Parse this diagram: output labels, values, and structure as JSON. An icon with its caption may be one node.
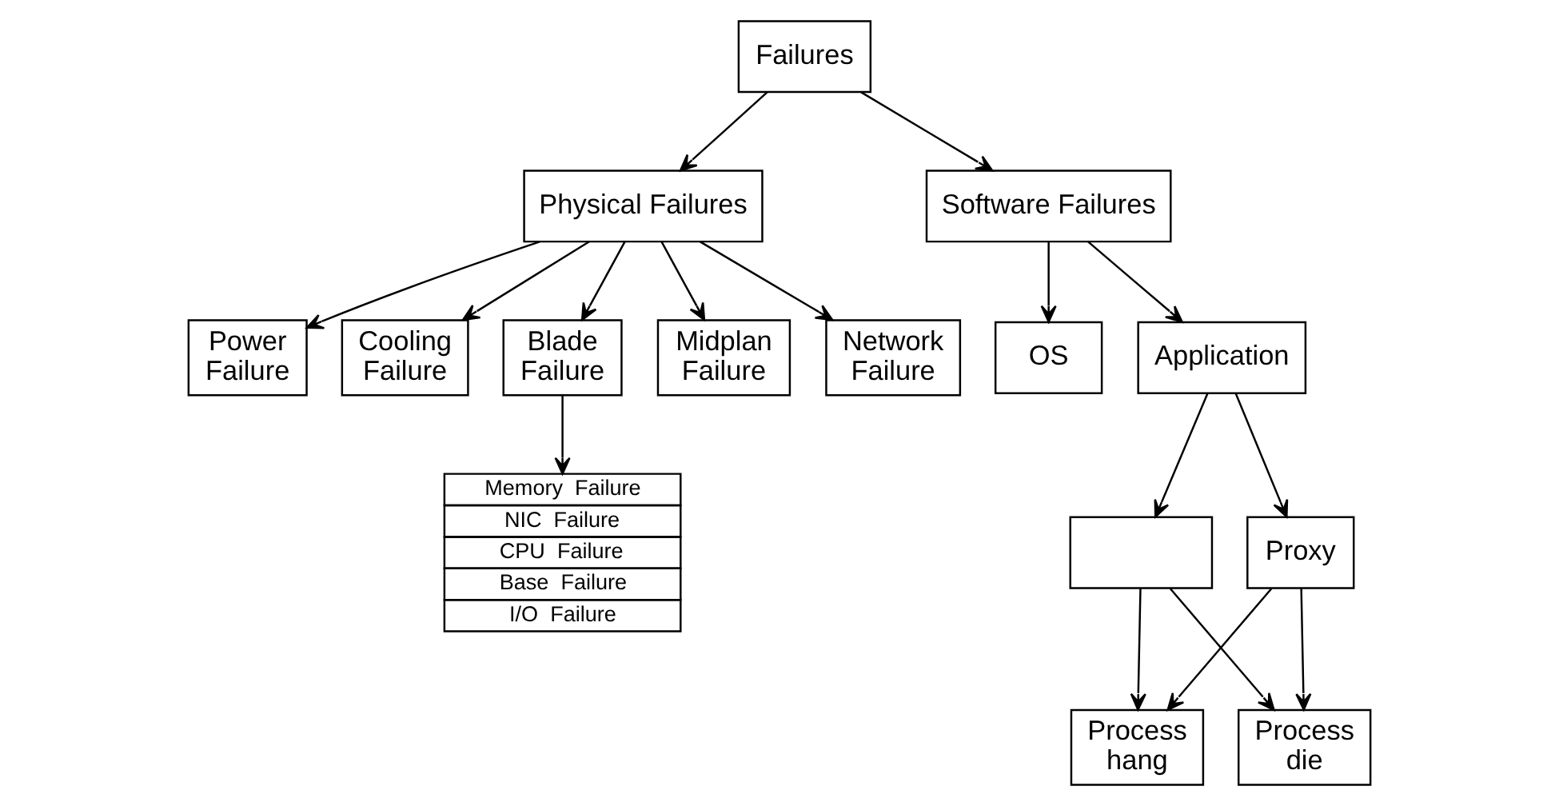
{
  "diagram": {
    "nodes": [
      {
        "text": [
          "Failures"
        ]
      },
      {
        "text": [
          "Physical Failures"
        ]
      },
      {
        "text": [
          "Software Failures"
        ]
      },
      {
        "text": [
          "Power Failure"
        ]
      },
      {
        "text": [
          "Cooling Failure"
        ]
      },
      {
        "text": [
          "Blade Failure"
        ]
      },
      {
        "text": [
          "Midplan Failure"
        ]
      },
      {
        "text": [
          "Network Failure"
        ]
      },
      {
        "text": [
          "OS"
        ]
      },
      {
        "text": [
          "Application"
        ]
      },
      {
        "text": [
          "Memory  Failure",
          "NIC  Failure",
          "CPU  Failure",
          "Base  Failure",
          "I/O  Failure"
        ]
      },
      {
        "text": [],
        "shape": "box"
      },
      {
        "text": [
          "Proxy"
        ]
      },
      {
        "text": [
          "Process hang"
        ]
      },
      {
        "text": [
          "Process die"
        ]
      }
    ],
    "edges": [
      {
        "from": 0,
        "to": 1,
        "arrow": "to"
      },
      {
        "from": 0,
        "to": 2,
        "arrow": "to"
      },
      {
        "from": 1,
        "to": 3,
        "arrow": "to"
      },
      {
        "from": 1,
        "to": 4,
        "arrow": "to"
      },
      {
        "from": 1,
        "to": 5,
        "arrow": "to"
      },
      {
        "from": 1,
        "to": 6,
        "arrow": "to"
      },
      {
        "from": 1,
        "to": 7,
        "arrow": "to"
      },
      {
        "from": 2,
        "to": 8,
        "arrow": "to"
      },
      {
        "from": 2,
        "to": 9,
        "arrow": "to"
      },
      {
        "from": 5,
        "to": 10,
        "arrow": "to"
      },
      {
        "from": 9,
        "to": 11,
        "arrow": "to"
      },
      {
        "from": 9,
        "to": 12,
        "arrow": "to"
      },
      {
        "from": 11,
        "to": 13,
        "arrow": "to"
      },
      {
        "from": 11,
        "to": 14,
        "arrow": "to"
      },
      {
        "from": 12,
        "to": 13,
        "arrow": "to"
      },
      {
        "from": 12,
        "to": 14,
        "arrow": "to"
      }
    ]
  }
}
